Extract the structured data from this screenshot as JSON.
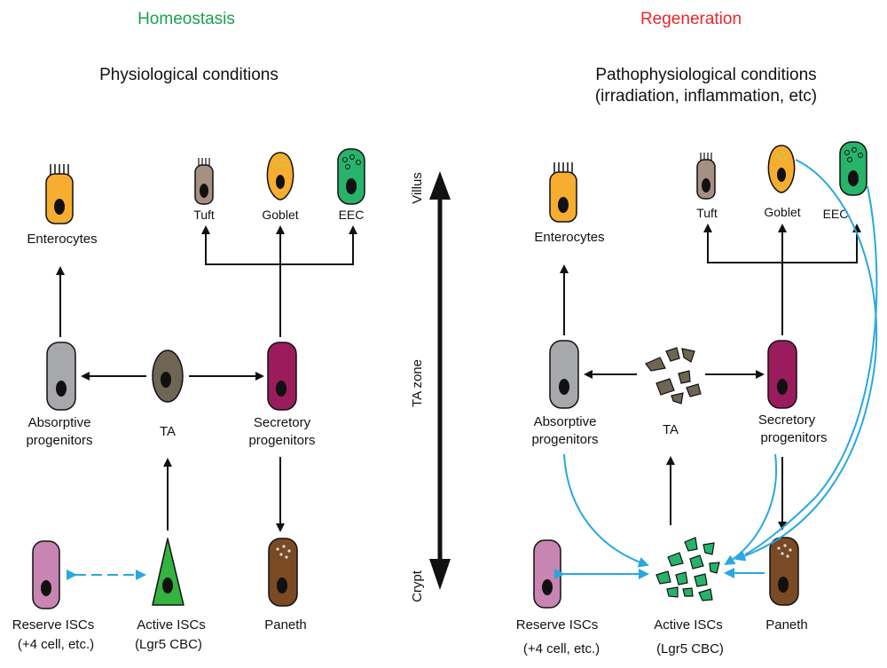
{
  "left_panel": {
    "heading": "Homeostasis",
    "subheading": "Physiological conditions",
    "labels": {
      "enterocytes": "Enterocytes",
      "tuft": "Tuft",
      "goblet": "Goblet",
      "eec": "EEC",
      "absorptive_line1": "Absorptive",
      "absorptive_line2": "progenitors",
      "ta": "TA",
      "secretory_line1": "Secretory",
      "secretory_line2": "progenitors",
      "reserve_line1": "Reserve ISCs",
      "reserve_line2": "(+4 cell, etc.)",
      "active_line1": "Active ISCs",
      "active_line2": "(Lgr5 CBC)",
      "paneth": "Paneth"
    }
  },
  "right_panel": {
    "heading": "Regeneration",
    "subheading_line1": "Pathophysiological conditions",
    "subheading_line2": "(irradiation, inflammation, etc)",
    "labels": {
      "enterocytes": "Enterocytes",
      "tuft": "Tuft",
      "goblet": "Goblet",
      "eec": "EEC",
      "absorptive_line1": "Absorptive",
      "absorptive_line2": "progenitors",
      "ta": "TA",
      "secretory_line1": "Secretory",
      "secretory_line2": "progenitors",
      "reserve_line1": "Reserve ISCs",
      "reserve_line2": "(+4 cell, etc.)",
      "active_line1": "Active ISCs",
      "active_line2": "(Lgr5 CBC)",
      "paneth": "Paneth"
    }
  },
  "axis": {
    "top": "Villus",
    "middle": "TA zone",
    "bottom": "Crypt"
  },
  "colors": {
    "homeostasis": "#1aa14b",
    "regeneration": "#e8262a",
    "enterocyte": "#f7ad2f",
    "tuft": "#a59082",
    "goblet": "#f7ad2f",
    "eec": "#27b46a",
    "absorptive": "#a6a8ab",
    "ta": "#6e6554",
    "secretory": "#9b1c5c",
    "reserve": "#c884b2",
    "active": "#33b33f",
    "paneth": "#7a4a25",
    "regeneration_arrows": "#29a8e0"
  }
}
